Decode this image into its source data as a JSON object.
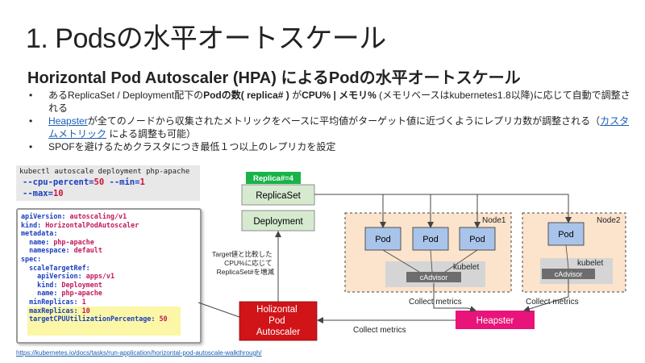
{
  "title": "1. Podsの水平オートスケール",
  "subtitle": "Horizontal Pod Autoscaler (HPA) によるPodの水平オートスケール",
  "bullets": [
    {
      "pre": "あるReplicaSet / Deployment配下の",
      "bold1": "Podの数( replica# )",
      "mid": " が",
      "bold2": "CPU% | メモリ%",
      "post": " (メモリベースはkubernetes1.8以降)に応じて自動で調整される"
    },
    {
      "link1": "Heapster",
      "mid": "が全てのノードから収集されたメトリックをベースに平均値がターゲット値に近づくようにレプリカ数が調整される（",
      "link2": "カスタムメトリック",
      "post": " による調整も可能）"
    },
    {
      "text": "SPOFを避けるためクラスタにつき最低１つ以上のレプリカを設定"
    }
  ],
  "command": {
    "line1": "kubectl autoscale deployment php-apache",
    "line2_flag1": "--cpu-percent=",
    "line2_val1": "50",
    "line2_flag2": " --min=",
    "line2_val2": "1",
    "line3_flag": "--max=",
    "line3_val": "10"
  },
  "yaml": [
    {
      "k": "apiVersion: ",
      "v": "autoscaling/v1"
    },
    {
      "k": "kind: ",
      "v": "HorizontalPodAutoscaler"
    },
    {
      "k": "metadata:",
      "v": ""
    },
    {
      "k": "  name: ",
      "v": "php-apache"
    },
    {
      "k": "  namespace: ",
      "v": "default"
    },
    {
      "k": "spec:",
      "v": ""
    },
    {
      "k": "  scaleTargetRef:",
      "v": ""
    },
    {
      "k": "    apiVersion: ",
      "v": "apps/v1"
    },
    {
      "k": "    kind: ",
      "v": "Deployment"
    },
    {
      "k": "    name: ",
      "v": "php-apache"
    },
    {
      "k": "  minReplicas: ",
      "v": "1"
    },
    {
      "k": "  maxReplicas: ",
      "v": "10"
    },
    {
      "k": "  targetCPUUtilizationPercentage: ",
      "v": "50"
    }
  ],
  "diagram": {
    "replica_badge": "Replica#=4",
    "replicaset": "ReplicaSet",
    "deployment": "Deployment",
    "hpa_label": "Target値と比較した\nCPU%に応じて\nReplicaSet#を増減",
    "hpa": "Holizontal\nPod\nAutoscaler",
    "heapster": "Heapster",
    "collect1": "Collect metrics",
    "collect2": "Collect metrics",
    "collect3": "Collect metrics",
    "node1": "Node1",
    "node2": "Node2",
    "pod": "Pod",
    "kubelet": "kubelet",
    "cadvisor": "cAdvisor"
  },
  "colors": {
    "green_fill": "#d6ead0",
    "green_badge": "#19b34a",
    "node_fill": "#fbe3cc",
    "pod_fill": "#a9c4ea",
    "kubelet_fill": "#d5d5d5",
    "cadvisor_fill": "#6d6d6d",
    "hpa_fill": "#d01418",
    "heapster_fill": "#e8147a"
  },
  "ref_url": "https://kubernetes.io/docs/tasks/run-application/horizontal-pod-autoscale-walkthrough/"
}
